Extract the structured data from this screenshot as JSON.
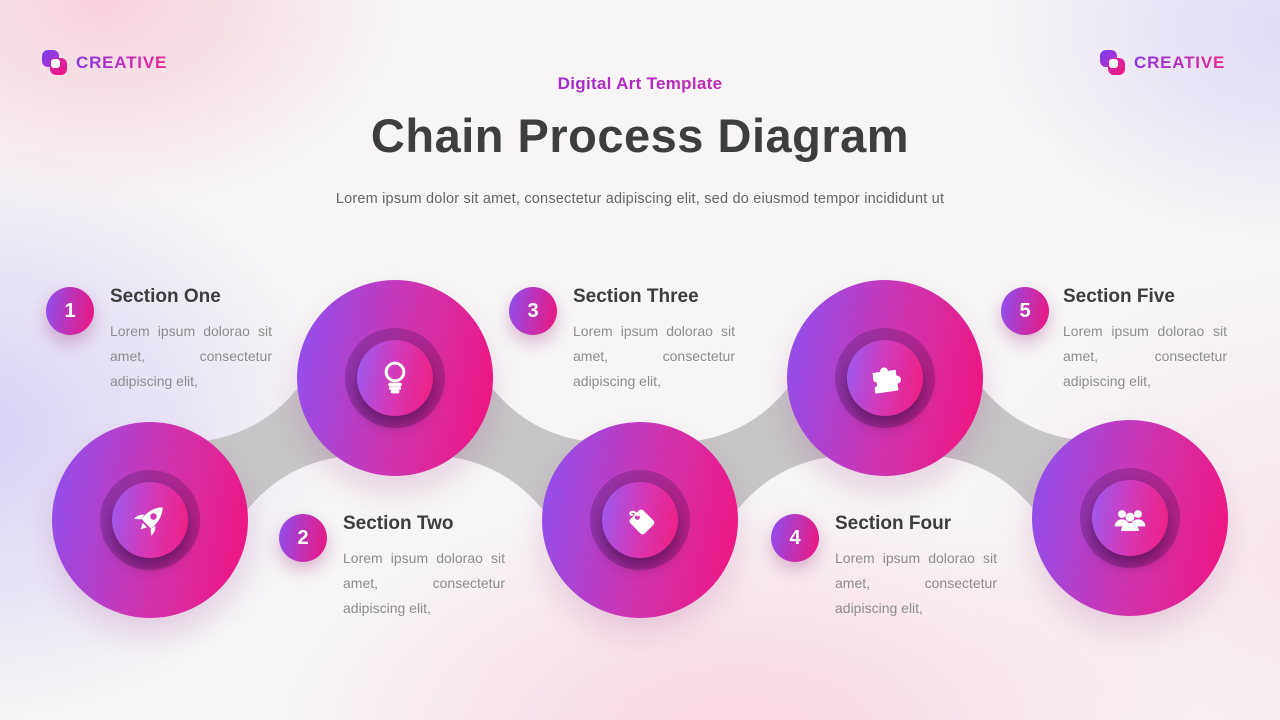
{
  "brand": {
    "name": "CREATIVE"
  },
  "header": {
    "kicker": "Digital Art Template",
    "title": "Chain Process Diagram",
    "subtitle": "Lorem ipsum dolor sit amet, consectetur adipiscing elit, sed do eiusmod tempor incididunt ut"
  },
  "sections": [
    {
      "number": "1",
      "title": "Section One",
      "body": "Lorem ipsum dolorao sit amet, consectetur adipiscing elit,",
      "icon": "rocket-icon"
    },
    {
      "number": "2",
      "title": "Section Two",
      "body": "Lorem ipsum dolorao sit amet, consectetur adipiscing elit,",
      "icon": "lightbulb-icon"
    },
    {
      "number": "3",
      "title": "Section Three",
      "body": "Lorem ipsum dolorao sit amet, consectetur adipiscing elit,",
      "icon": "tag-icon"
    },
    {
      "number": "4",
      "title": "Section Four",
      "body": "Lorem ipsum dolorao sit amet, consectetur adipiscing elit,",
      "icon": "puzzle-icon"
    },
    {
      "number": "5",
      "title": "Section Five",
      "body": "Lorem ipsum dolorao sit amet, consectetur adipiscing elit,",
      "icon": "users-icon"
    }
  ],
  "colors": {
    "accent_purple": "#8D51F0",
    "accent_pink": "#EF147C",
    "kicker_purple": "#8F2AE4",
    "kicker_pink": "#D9289F",
    "chain_gray": "#C7C5C7",
    "title_text": "#3E3E3E",
    "body_text": "#8D8D8D"
  }
}
